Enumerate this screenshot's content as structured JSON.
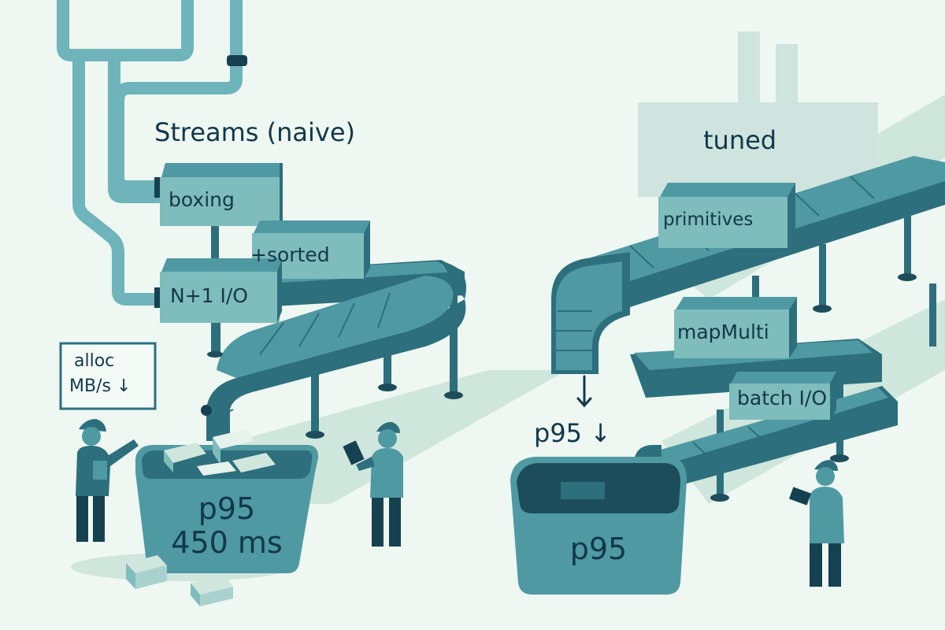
{
  "left_panel": {
    "title": "Streams (naive)",
    "boxes": [
      "boxing",
      "+sorted",
      "N+1 I/O"
    ],
    "sign": {
      "line1": "alloc",
      "line2": "MB/s ↓"
    },
    "bin": {
      "line1": "p95",
      "line2": "450 ms"
    }
  },
  "right_panel": {
    "title": "tuned",
    "boxes": [
      "primitives",
      "mapMulti",
      "batch I/O"
    ],
    "indicator": "p95 ↓",
    "bin": {
      "line1": "p95"
    }
  },
  "colors": {
    "background": "#eef7f1",
    "teal_dark": "#2d6f7c",
    "teal_mid": "#4f99a3",
    "teal_light": "#7fbcbc",
    "pipe": "#6fb4bb",
    "shadow": "#cfe6dd",
    "factory": "#cfe4de",
    "ink": "#12384a"
  },
  "icons": [
    "pipe-icon",
    "conveyor-belt-icon",
    "worker-icon",
    "factory-icon",
    "arrow-down-icon",
    "tablet-icon"
  ]
}
